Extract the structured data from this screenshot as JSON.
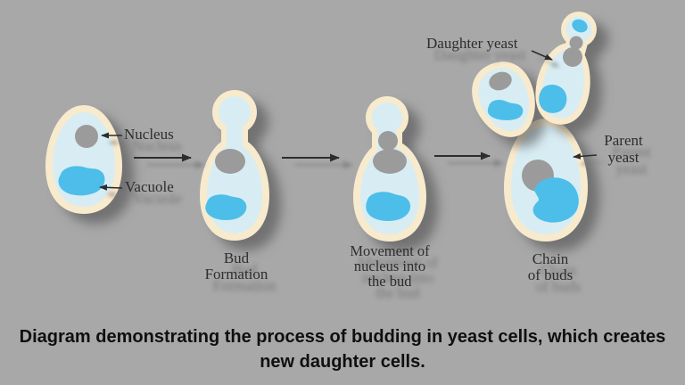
{
  "palette": {
    "page_background": "#a8a8a8",
    "cell_wall": "#f8eacd",
    "cytoplasm": "#d8edf3",
    "nucleus": "#9b9b9b",
    "vacuole": "#4dbee9",
    "label_color": "#2d2d2d",
    "caption_color": "#0f0f0f"
  },
  "diagram": {
    "stage1": {
      "nucleus_label": "Nucleus",
      "vacuole_label": "Vacuole"
    },
    "stage2": {
      "label_line1": "Bud",
      "label_line2": "Formation"
    },
    "stage3": {
      "label_line1": "Movement of",
      "label_line2": "nucleus into",
      "label_line3": "the bud"
    },
    "stage4": {
      "daughter_label": "Daughter yeast",
      "parent_label_line1": "Parent",
      "parent_label_line2": "yeast",
      "label_line1": "Chain",
      "label_line2": "of buds"
    }
  },
  "caption": {
    "line1": "Diagram demonstrating the process of budding in yeast cells, which creates",
    "line2": "new daughter cells."
  }
}
